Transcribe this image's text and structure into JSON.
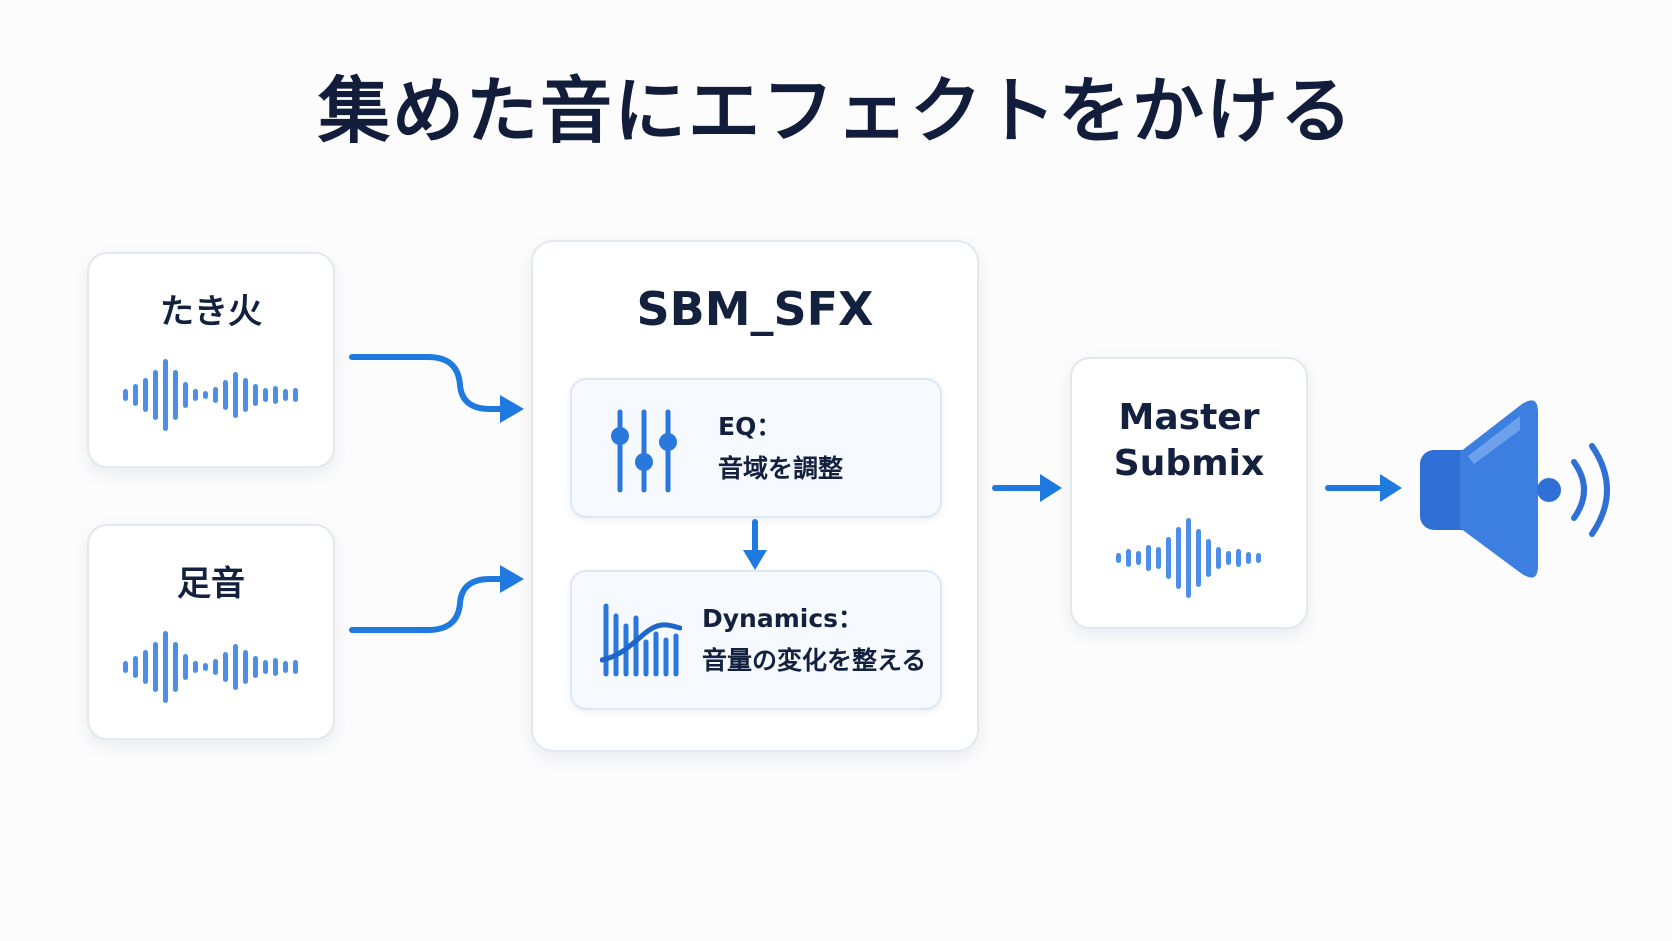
{
  "title": "集めた音にエフェクトをかける",
  "sources": [
    {
      "label": "たき火"
    },
    {
      "label": "足音"
    }
  ],
  "bus": {
    "title": "SBM_SFX",
    "effects": [
      {
        "line1": "EQ：",
        "line2": "音域を調整",
        "icon": "equalizer-sliders-icon"
      },
      {
        "line1": "Dynamics：",
        "line2": "音量の変化を整える",
        "icon": "dynamics-waveform-icon"
      }
    ]
  },
  "master": {
    "line1": "Master",
    "line2": "Submix"
  },
  "output_icon": "speaker-icon",
  "colors": {
    "accent": "#1f7ae0",
    "wave": "#4d8fe8",
    "speaker": "#2f6fd6",
    "title": "#111d3a"
  }
}
